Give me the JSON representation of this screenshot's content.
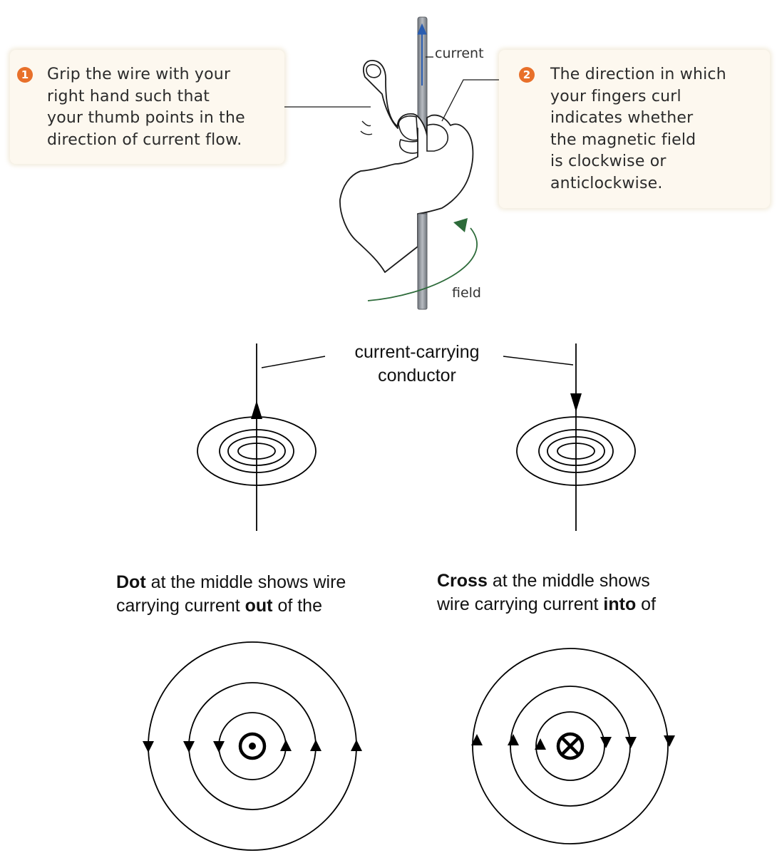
{
  "steps": [
    {
      "number": "1",
      "lines": [
        "Grip the wire with your",
        "right hand such that",
        "your thumb points in the",
        "direction of current flow."
      ]
    },
    {
      "number": "2",
      "lines": [
        "The direction in which",
        "your fingers curl",
        "indicates whether",
        "the magnetic field",
        "is clockwise or",
        "anticlockwise."
      ]
    }
  ],
  "hand_labels": {
    "current": "current",
    "field": "field"
  },
  "conductor_label": [
    "current-carrying",
    "conductor"
  ],
  "captions": {
    "dot": {
      "bold1": "Dot",
      "text1": " at the middle shows wire",
      "text2": "carrying current ",
      "bold2": "out",
      "text3": " of the"
    },
    "cross": {
      "bold1": "Cross",
      "text1": " at the middle shows",
      "text2": "wire carrying current ",
      "bold2": "into",
      "text3": " of"
    }
  },
  "colors": {
    "badge": "#e8702a",
    "current_arrow": "#2a5db0",
    "field_arrow": "#2d6b3a",
    "card": "#fdf8ef",
    "wire": "#8a8f96"
  }
}
